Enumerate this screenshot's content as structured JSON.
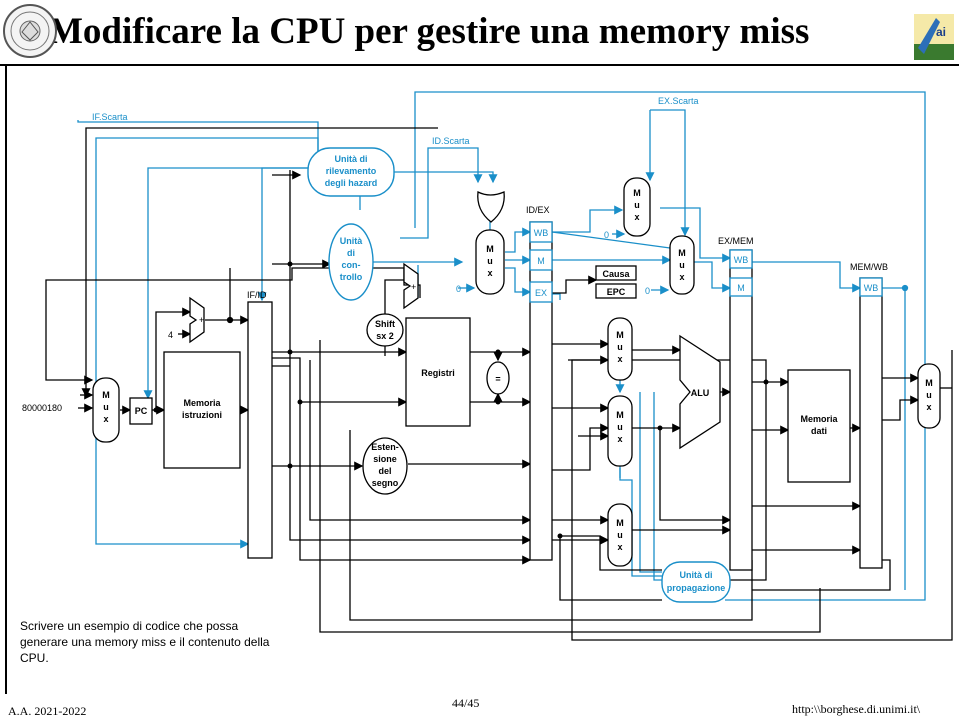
{
  "slide": {
    "title": "Modificare la CPU per gestire una memory miss",
    "note": "Scrivere un esempio di codice che possa generare una memory miss e il contenuto della CPU.",
    "footer_left": "A.A. 2021-2022",
    "footer_center": "44/45",
    "footer_right": "http:\\\\borghese.di.unimi.it\\"
  },
  "diagram": {
    "signals": {
      "if_scarta": "IF.Scarta",
      "id_scarta": "ID.Scarta",
      "ex_scarta": "EX.Scarta"
    },
    "pipeline_registers": {
      "if_id": "IF/ID",
      "id_ex": "ID/EX",
      "ex_mem": "EX/MEM",
      "mem_wb": "MEM/WB"
    },
    "fields": {
      "wb": "WB",
      "m": "M",
      "ex": "EX"
    },
    "units": {
      "hazard": [
        "Unità di",
        "rilevamento",
        "degli hazard"
      ],
      "control": [
        "Unità",
        "di",
        "con-",
        "trollo"
      ],
      "forwarding": [
        "Unità di",
        "propagazione"
      ],
      "shift": [
        "Shift",
        "sx 2"
      ],
      "sign_ext": [
        "Esten-",
        "sione",
        "del",
        "segno"
      ],
      "registers": "Registri",
      "instr_mem": [
        "Memoria",
        "istruzioni"
      ],
      "data_mem": [
        "Memoria",
        "dati"
      ],
      "alu": "ALU",
      "pc": "PC",
      "cause": "Causa",
      "epc": "EPC",
      "equal": "=",
      "plus": "+",
      "mux": [
        "M",
        "u",
        "x"
      ]
    },
    "constants": {
      "exception_address": "80000180",
      "four": "4",
      "zero": "0"
    },
    "colors": {
      "control": "#1a8fc9",
      "datapath": "#000000"
    }
  }
}
